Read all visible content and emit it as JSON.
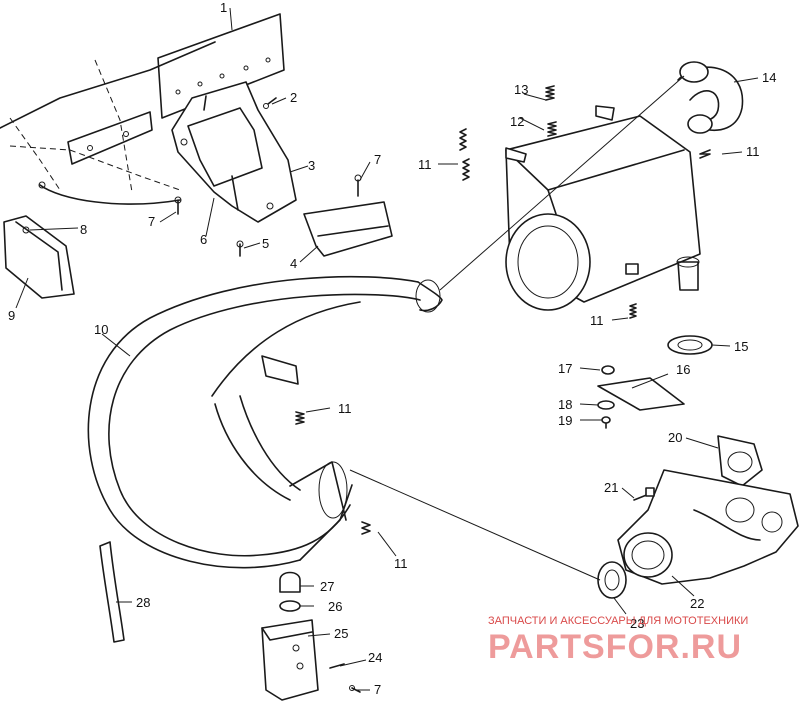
{
  "callouts": {
    "c1": "1",
    "c2": "2",
    "c3": "3",
    "c4": "4",
    "c5": "5",
    "c6": "6",
    "c7a": "7",
    "c7b": "7",
    "c7c": "7",
    "c8": "8",
    "c9": "9",
    "c10": "10",
    "c11a": "11",
    "c11b": "11",
    "c11c": "11",
    "c11d": "11",
    "c11e": "11",
    "c12": "12",
    "c13": "13",
    "c14": "14",
    "c15": "15",
    "c16": "16",
    "c17": "17",
    "c18": "18",
    "c19": "19",
    "c20": "20",
    "c21": "21",
    "c22": "22",
    "c23": "23",
    "c24": "24",
    "c25": "25",
    "c26": "26",
    "c27": "27",
    "c28": "28"
  },
  "watermark": {
    "tagline": "ЗАПЧАСТИ И АКСЕССУАРЫ ДЛЯ МОТОТЕХНИКИ",
    "brand": "PARTSFOR.RU",
    "color": "#e04848"
  }
}
